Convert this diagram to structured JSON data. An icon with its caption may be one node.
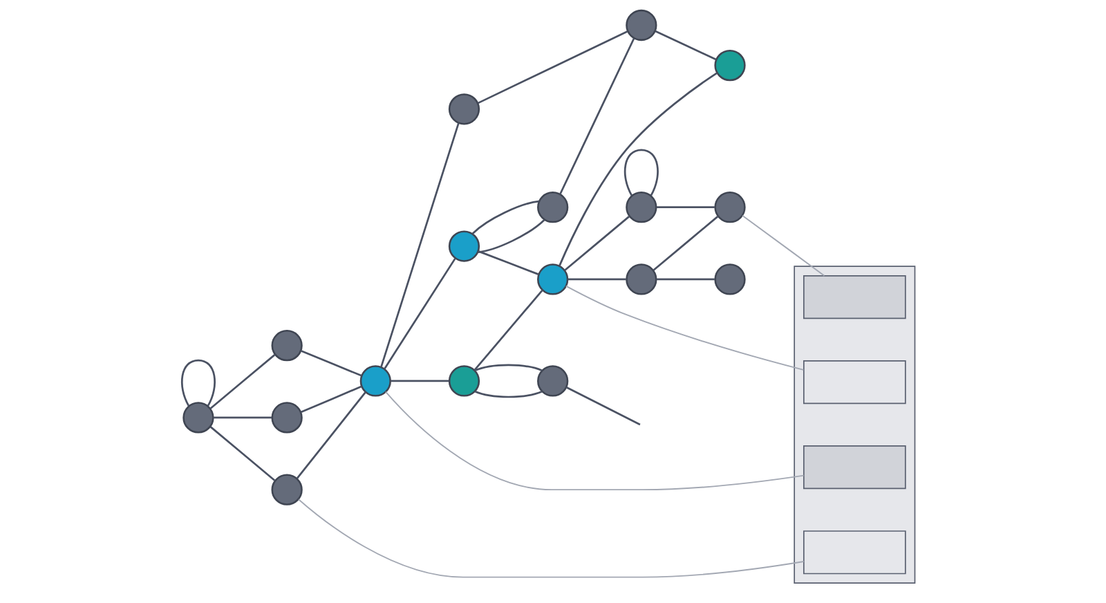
{
  "diagram": {
    "nodes": [
      {
        "text": [],
        "shape": "circle"
      },
      {
        "text": [],
        "shape": "circle"
      },
      {
        "text": [],
        "shape": "circle"
      },
      {
        "text": [],
        "shape": "circle"
      },
      {
        "text": [],
        "shape": "circle"
      },
      {
        "text": [],
        "shape": "circle"
      },
      {
        "text": [],
        "shape": "circle"
      },
      {
        "text": [],
        "shape": "circle"
      },
      {
        "text": [],
        "shape": "circle"
      },
      {
        "text": [],
        "shape": "circle"
      },
      {
        "text": [],
        "shape": "circle"
      },
      {
        "text": [],
        "shape": "circle"
      },
      {
        "text": [],
        "shape": "circle"
      },
      {
        "text": [],
        "shape": "circle"
      },
      {
        "text": [],
        "shape": "circle"
      },
      {
        "text": [],
        "shape": "circle"
      },
      {
        "text": [],
        "shape": "circle"
      },
      {
        "text": [],
        "shape": "box"
      },
      {
        "text": [],
        "shape": "box",
        "in": 17
      },
      {
        "text": [],
        "shape": "box",
        "in": 17
      },
      {
        "text": [],
        "shape": "box",
        "in": 17
      },
      {
        "text": [],
        "shape": "box",
        "in": 17
      }
    ],
    "edges": [
      {
        "from": 0,
        "to": 0,
        "arrow": "none"
      },
      {
        "from": 0,
        "to": 1,
        "arrow": "none"
      },
      {
        "from": 0,
        "to": 2,
        "arrow": "none"
      },
      {
        "from": 0,
        "to": 3,
        "arrow": "none"
      },
      {
        "from": 1,
        "to": 4,
        "arrow": "none"
      },
      {
        "from": 2,
        "to": 4,
        "arrow": "none"
      },
      {
        "from": 3,
        "to": 4,
        "arrow": "none"
      },
      {
        "from": 4,
        "to": 5,
        "arrow": "none"
      },
      {
        "from": 5,
        "to": 8,
        "arrow": "none"
      },
      {
        "from": 4,
        "to": 6,
        "arrow": "none"
      },
      {
        "from": 4,
        "to": 10,
        "arrow": "none"
      },
      {
        "from": 6,
        "to": 7,
        "arrow": "none"
      },
      {
        "from": 6,
        "to": 7,
        "arrow": "none"
      },
      {
        "from": 7,
        "to": 8,
        "arrow": "none"
      },
      {
        "from": 8,
        "to": 9,
        "arrow": "none"
      },
      {
        "from": 6,
        "to": 12,
        "arrow": "none"
      },
      {
        "from": 10,
        "to": 12,
        "arrow": "none"
      },
      {
        "from": 10,
        "to": 11,
        "arrow": "none"
      },
      {
        "from": 10,
        "to": 11,
        "arrow": "none"
      },
      {
        "from": 11,
        "to": null,
        "arrow": "none"
      },
      {
        "from": 12,
        "to": 9,
        "arrow": "none"
      },
      {
        "from": 12,
        "to": 14,
        "arrow": "none"
      },
      {
        "from": 12,
        "to": 13,
        "arrow": "none"
      },
      {
        "from": 13,
        "to": 13,
        "arrow": "none"
      },
      {
        "from": 13,
        "to": 16,
        "arrow": "none"
      },
      {
        "from": 14,
        "to": 15,
        "arrow": "none"
      },
      {
        "from": 14,
        "to": 16,
        "arrow": "none"
      },
      {
        "from": 3,
        "to": 21,
        "arrow": "none",
        "color": "#a3a8b3"
      },
      {
        "from": 4,
        "to": 20,
        "arrow": "none",
        "color": "#a3a8b3"
      },
      {
        "from": 12,
        "to": 19,
        "arrow": "none",
        "color": "#a3a8b3"
      },
      {
        "from": 16,
        "to": 18,
        "arrow": "none",
        "color": "#a3a8b3"
      }
    ]
  }
}
